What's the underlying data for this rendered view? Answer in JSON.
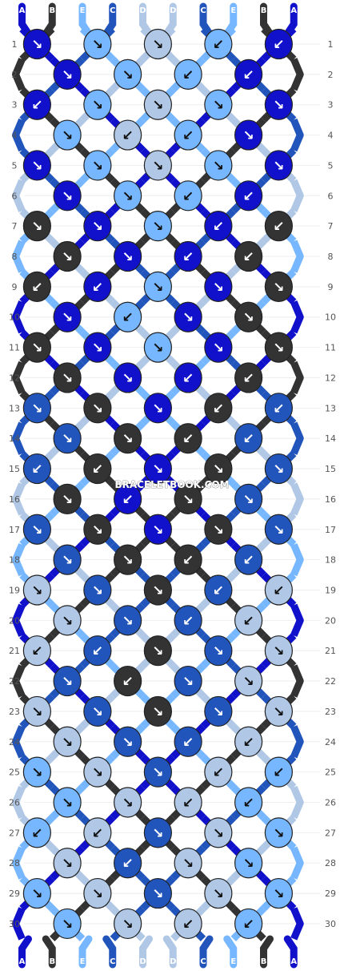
{
  "colors": {
    "A": "#1111cc",
    "B": "#333333",
    "C": "#2255bb",
    "D": "#b0c8e6",
    "E": "#77b7ff"
  },
  "threads_top": [
    "A",
    "B",
    "E",
    "C",
    "D",
    "D",
    "C",
    "E",
    "B",
    "A"
  ],
  "threads_bottom": [
    "A",
    "B",
    "E",
    "C",
    "D",
    "D",
    "C",
    "E",
    "B",
    "A"
  ],
  "row_count": 30,
  "watermark": "BRACELETBOOK.COM",
  "knots": {
    "colors": [
      [
        "A",
        "E",
        "D",
        "E",
        "A"
      ],
      [
        "A",
        "E",
        "E",
        "A"
      ],
      [
        "A",
        "E",
        "D",
        "E",
        "A"
      ],
      [
        "E",
        "D",
        "E",
        "A"
      ],
      [
        "A",
        "E",
        "D",
        "E",
        "A"
      ],
      [
        "A",
        "E",
        "E",
        "A"
      ],
      [
        "B",
        "A",
        "E",
        "A",
        "B"
      ],
      [
        "B",
        "A",
        "A",
        "B"
      ],
      [
        "B",
        "A",
        "E",
        "A",
        "B"
      ],
      [
        "A",
        "E",
        "A",
        "B"
      ],
      [
        "B",
        "A",
        "E",
        "A",
        "B"
      ],
      [
        "B",
        "A",
        "A",
        "B"
      ],
      [
        "C",
        "B",
        "A",
        "B",
        "C"
      ],
      [
        "C",
        "B",
        "B",
        "C"
      ],
      [
        "C",
        "B",
        "A",
        "B",
        "C"
      ],
      [
        "B",
        "A",
        "B",
        "C"
      ],
      [
        "C",
        "B",
        "A",
        "B",
        "C"
      ],
      [
        "C",
        "B",
        "B",
        "C"
      ],
      [
        "D",
        "C",
        "B",
        "C",
        "D"
      ],
      [
        "D",
        "C",
        "C",
        "D"
      ],
      [
        "D",
        "C",
        "B",
        "C",
        "D"
      ],
      [
        "C",
        "B",
        "C",
        "D"
      ],
      [
        "D",
        "C",
        "B",
        "C",
        "D"
      ],
      [
        "D",
        "C",
        "C",
        "D"
      ],
      [
        "E",
        "D",
        "C",
        "D",
        "E"
      ],
      [
        "E",
        "D",
        "D",
        "E"
      ],
      [
        "E",
        "D",
        "C",
        "D",
        "E"
      ],
      [
        "D",
        "C",
        "D",
        "E"
      ],
      [
        "E",
        "D",
        "C",
        "D",
        "E"
      ],
      [
        "E",
        "D",
        "D",
        "E"
      ]
    ],
    "symbols": [
      [
        "↘",
        "↘",
        "↘",
        "↙",
        "↙"
      ],
      [
        "↘",
        "↘",
        "↙",
        "↙"
      ],
      [
        "↙",
        "↘",
        "↘",
        "↘",
        "↘"
      ],
      [
        "↘",
        "↙",
        "↙",
        "↘"
      ],
      [
        "↘",
        "↘",
        "↘",
        "↘",
        "↘"
      ],
      [
        "↘",
        "↘",
        "↙",
        "↙"
      ],
      [
        "↘",
        "↘",
        "↘",
        "↙",
        "↙"
      ],
      [
        "↘",
        "↘",
        "↙",
        "↙"
      ],
      [
        "↙",
        "↙",
        "↘",
        "↘",
        "↘"
      ],
      [
        "↘",
        "↙",
        "↘",
        "↘"
      ],
      [
        "↘",
        "↘",
        "↘",
        "↘",
        "↘"
      ],
      [
        "↘",
        "↘",
        "↙",
        "↙"
      ],
      [
        "↘",
        "↘",
        "↘",
        "↙",
        "↙"
      ],
      [
        "↘",
        "↘",
        "↙",
        "↙"
      ],
      [
        "↙",
        "↙",
        "↘",
        "↘",
        "↘"
      ],
      [
        "↘",
        "↙",
        "↘",
        "↘"
      ],
      [
        "↘",
        "↘",
        "↘",
        "↘",
        "↘"
      ],
      [
        "↘",
        "↘",
        "↙",
        "↙"
      ],
      [
        "↘",
        "↘",
        "↘",
        "↙",
        "↙"
      ],
      [
        "↘",
        "↘",
        "↙",
        "↙"
      ],
      [
        "↙",
        "↙",
        "↘",
        "↘",
        "↘"
      ],
      [
        "↘",
        "↙",
        "↘",
        "↘"
      ],
      [
        "↘",
        "↘",
        "↘",
        "↘",
        "↘"
      ],
      [
        "↘",
        "↘",
        "↙",
        "↙"
      ],
      [
        "↘",
        "↘",
        "↘",
        "↙",
        "↙"
      ],
      [
        "↘",
        "↘",
        "↙",
        "↙"
      ],
      [
        "↙",
        "↙",
        "↘",
        "↘",
        "↘"
      ],
      [
        "↘",
        "↙",
        "↘",
        "↘"
      ],
      [
        "↘",
        "↘",
        "↘",
        "↘",
        "↘"
      ],
      [
        "↘",
        "↘",
        "↙",
        "↙"
      ]
    ]
  }
}
